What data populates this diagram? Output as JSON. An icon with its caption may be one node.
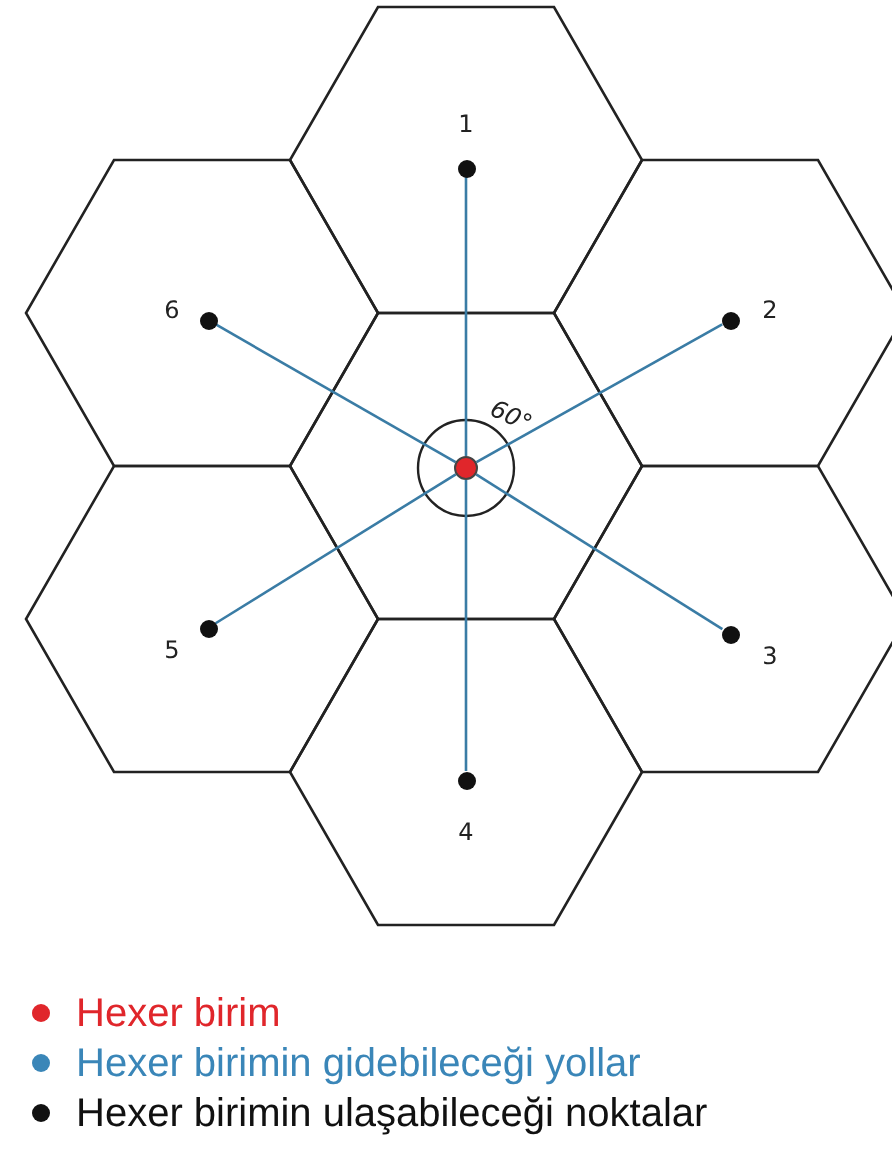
{
  "diagram": {
    "nodes": [
      {
        "text": [],
        "shape": "circle"
      },
      {
        "text": [],
        "shape": "circle",
        "beside": [
          "1"
        ]
      },
      {
        "text": [],
        "shape": "circle",
        "beside": [
          "2"
        ]
      },
      {
        "text": [],
        "shape": "circle",
        "beside": [
          "3"
        ]
      },
      {
        "text": [],
        "shape": "circle",
        "beside": [
          "4"
        ]
      },
      {
        "text": [],
        "shape": "circle",
        "beside": [
          "5"
        ]
      },
      {
        "text": [],
        "shape": "circle",
        "beside": [
          "6"
        ]
      }
    ],
    "edges": [
      {
        "from": 0,
        "to": 1,
        "arrow": "none"
      },
      {
        "from": 0,
        "to": 2,
        "arrow": "none"
      },
      {
        "from": 0,
        "to": 3,
        "arrow": "none"
      },
      {
        "from": 0,
        "to": 4,
        "arrow": "none"
      },
      {
        "from": 0,
        "to": 5,
        "arrow": "none"
      },
      {
        "from": 0,
        "to": 6,
        "arrow": "none"
      }
    ],
    "labels": [
      "60°"
    ],
    "legend": [
      {
        "text": "Hexer birim",
        "color": "#e0262b"
      },
      {
        "text": "Hexer birimin gidebileceği yollar",
        "color": "#3a86b8"
      },
      {
        "text": "Hexer birimin ulaşabileceği noktalar",
        "color": "#111111"
      }
    ]
  }
}
